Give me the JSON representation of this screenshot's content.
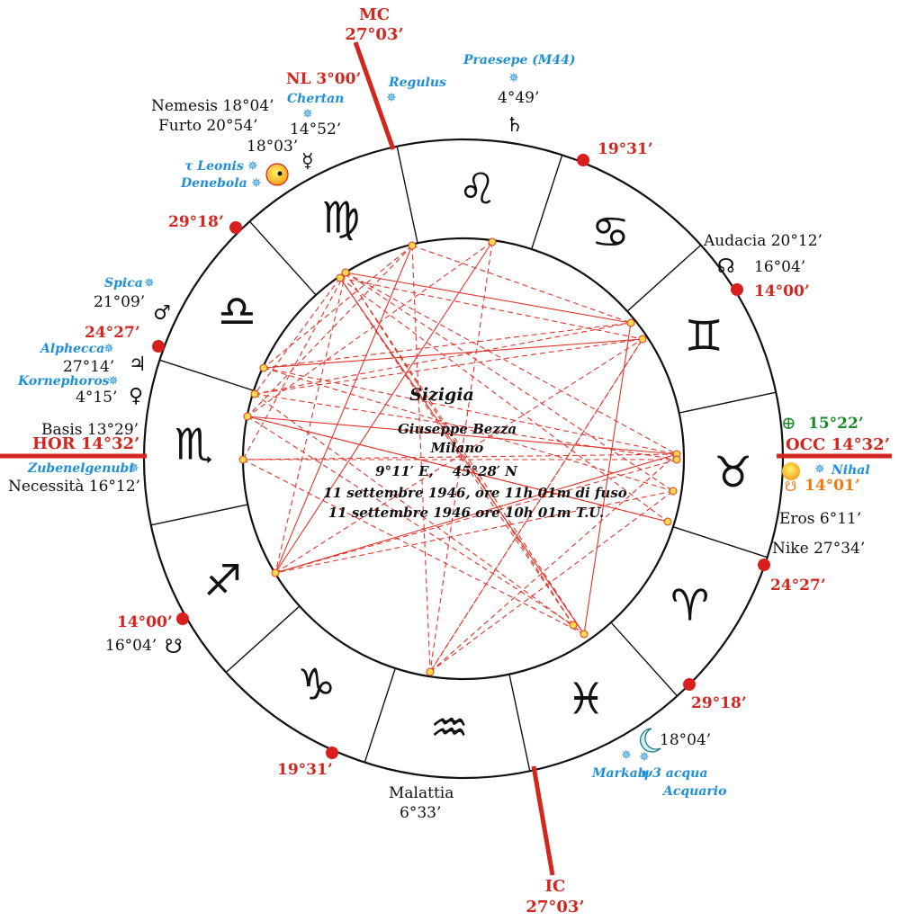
{
  "title": "Sizigia",
  "info": {
    "name": "Giuseppe Bezza",
    "place": "Milano",
    "coords": "9°11′ E,    45°28′ N",
    "date_local": "11 settembre 1946, ore 11h 01m di fuso",
    "date_ut": "11 settembre 1946 ore 10h 01m T.U."
  },
  "axes": {
    "mc": {
      "label": "MC",
      "deg": "27°03’"
    },
    "ic": {
      "label": "IC",
      "deg": "27°03’"
    },
    "hor": "HOR 14°32’",
    "occ": "OCC 14°32’"
  },
  "cusps": [
    {
      "deg": "19°31’"
    },
    {
      "deg": "14°00’"
    },
    {
      "deg": "24°27’"
    },
    {
      "deg": "29°18’"
    },
    {
      "deg": "19°31’"
    },
    {
      "deg": "14°00’"
    },
    {
      "deg": "24°27’"
    },
    {
      "deg": "29°18’"
    }
  ],
  "signs": [
    "♌",
    "♋",
    "♊",
    "♉",
    "♈",
    "♓",
    "♒",
    "♑",
    "♐",
    "♏",
    "♎",
    "♍"
  ],
  "labels": {
    "nl": "NL 3°00’",
    "chertan": "Chertan",
    "chertan_deg": "14°52’",
    "regulus": "Regulus",
    "praesepe": "Praesepe (M44)",
    "saturn_deg": "4°49’",
    "nemesis": "Nemesis 18°04’",
    "furto": "Furto 20°54’",
    "mercury_deg": "18°03’",
    "tau_leonis": "τ Leonis",
    "denebola": "Denebola",
    "audacia": "Audacia 20°12’",
    "north_node_deg": "16°04’",
    "spica": "Spica",
    "mars_deg": "21°09’",
    "alphecca": "Alphecca",
    "jupiter_deg": "27°14’",
    "kornephoros": "Kornephoros",
    "venus_deg": "4°15’",
    "basis": "Basis 13°29’",
    "zubenelgenubi": "Zubenelgenubi",
    "necessita": "Necessità 16°12’",
    "fortune_deg": "15°22’",
    "nihal": "Nihal",
    "sun_deg": "14°01’",
    "eros": "Eros 6°11’",
    "nike": "Nike 27°34’",
    "south_node_deg": "16°04’",
    "moon_deg": "18°04’",
    "markab": "Markab",
    "psi_aquarii": "ψ3 acqua",
    "acquario": "Acquario",
    "malattia": "Malattia",
    "malattia_deg": "6°33’"
  },
  "planet_glyphs": {
    "saturn": "♄",
    "mercury": "☿",
    "mars": "♂",
    "jupiter": "♃",
    "venus": "♀",
    "north_node": "☊",
    "south_node": "☋",
    "fortune": "⊕",
    "sun_node": "☋"
  },
  "colors": {
    "axis": "#d2261e",
    "aspect": "#e0342a",
    "star": "#1f8fd6",
    "fortune": "#1a8a2a",
    "sun": "#f07a12",
    "point_fill": "#ffd94a",
    "point_stroke": "#e0342a"
  }
}
